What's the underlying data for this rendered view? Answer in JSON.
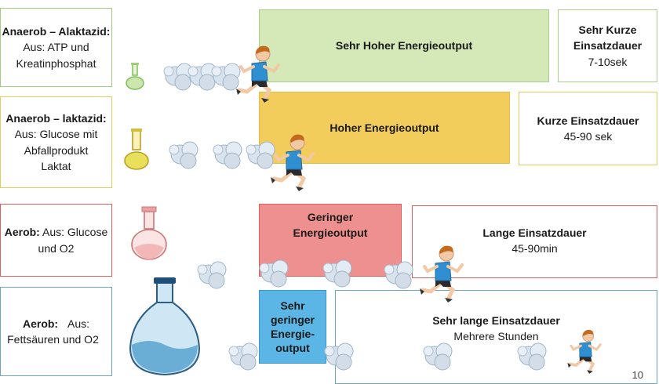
{
  "rows": [
    {
      "source": {
        "bold": "Anaerob – Alaktazid:",
        "rest": "Aus: ATP und Kreatinphosphat"
      },
      "output": "Sehr Hoher Energieoutput",
      "duration": {
        "title": "Sehr Kurze Einsatzdauer",
        "value": "7-10sek"
      }
    },
    {
      "source": {
        "bold": "Anaerob – laktazid:",
        "rest": "Aus: Glucose mit Abfallprodukt Laktat"
      },
      "output": "Hoher Energieoutput",
      "duration": {
        "title": "Kurze Einsatzdauer",
        "value": "45-90 sek"
      }
    },
    {
      "source": {
        "bold": "Aerob:",
        "rest": "Aus: Glucose und O2"
      },
      "output": "Geringer Energieoutput",
      "duration": {
        "title": "Lange Einsatzdauer",
        "value": "45-90min"
      }
    },
    {
      "source": {
        "bold": "Aerob:",
        "rest": "Aus: Fettsäuren und O2"
      },
      "output": "Sehr geringer Energie-output",
      "duration": {
        "title": "Sehr lange Einsatzdauer",
        "value": "Mehrere Stunden"
      }
    }
  ],
  "page_number": "10",
  "colors": {
    "row1": "#d5e8b8",
    "row1_border": "#9fcf7a",
    "row2": "#f3cd5c",
    "row2_border": "#e2cf5a",
    "row3": "#ee9090",
    "row3_border": "#e05d5d",
    "row4": "#5bb6e6",
    "row4_border": "#6aa5c8"
  },
  "icons": [
    "flask-icon",
    "dust-cloud-icon",
    "runner-icon"
  ]
}
